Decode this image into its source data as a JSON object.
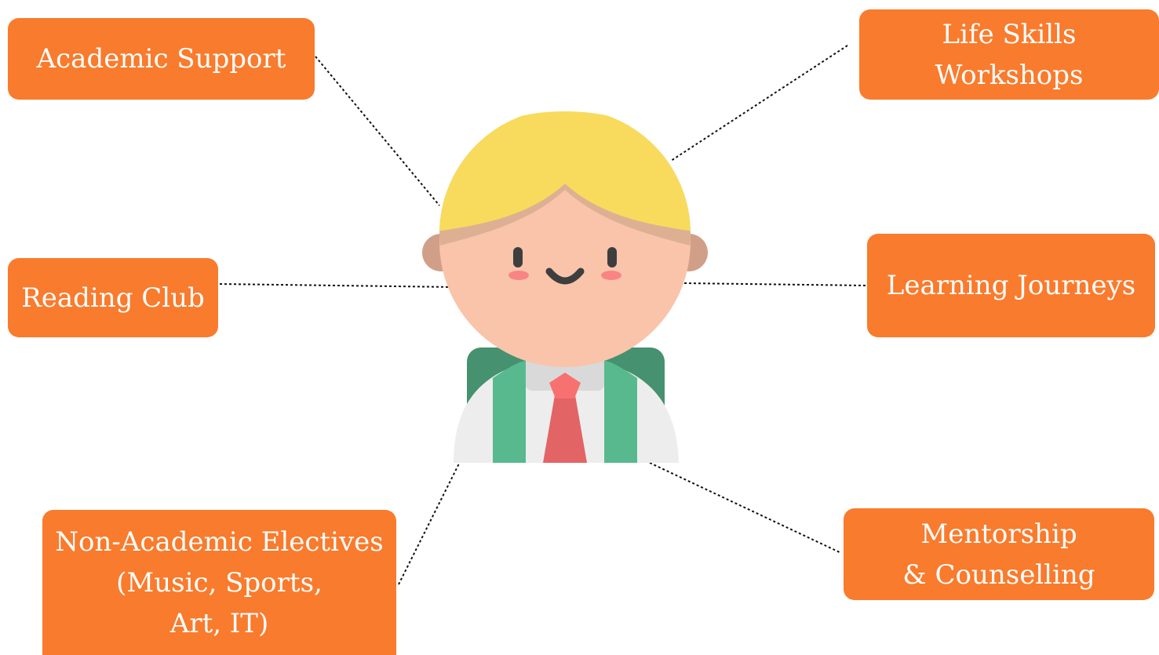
{
  "colors": {
    "box": "#f97b2d",
    "text": "#ffffff",
    "hair": "#f8db5d",
    "hair_shadow": "#deb093",
    "skin": "#f9c4aa",
    "ears": "#d19f88",
    "cheeks": "#f98484",
    "eyes": "#3e3e3e",
    "shirt": "#eeeded",
    "collar": "#d9d9d9",
    "tie": "#e26464",
    "tie_knot": "#f87171",
    "straps": "#58b98f",
    "backpack": "#46916f",
    "connector": "#111111"
  },
  "center_icon": "student-icon",
  "topics": {
    "academic_support": "Academic Support",
    "life_skills": "Life Skills\nWorkshops",
    "reading_club": "Reading Club",
    "learning_journeys": "Learning Journeys",
    "non_academic": "Non-Academic Electives\n(Music, Sports,\nArt, IT)",
    "mentorship": "Mentorship\n& Counselling"
  }
}
